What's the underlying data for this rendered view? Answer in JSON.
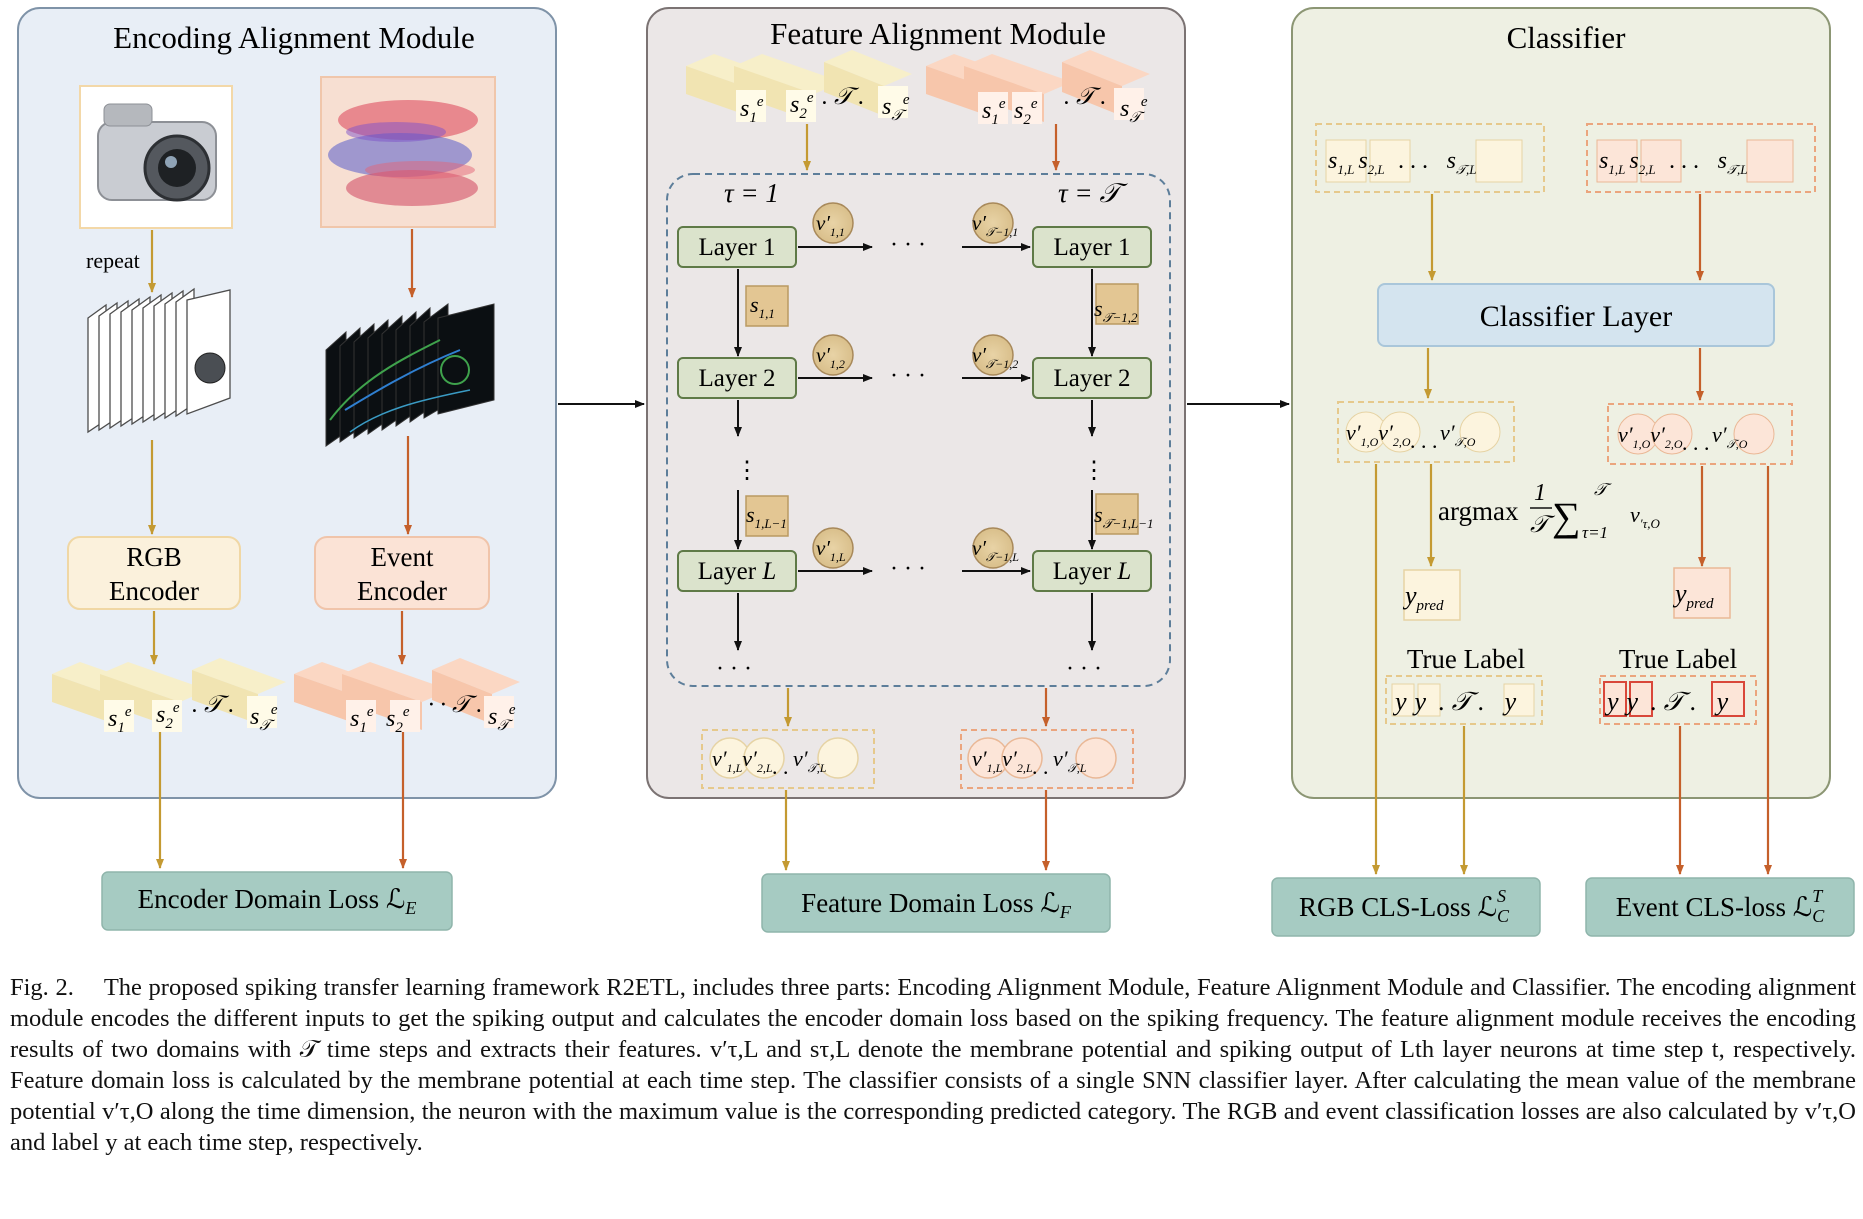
{
  "modules": {
    "encoding": {
      "title": "Encoding Alignment Module"
    },
    "feature": {
      "title": "Feature Alignment Module"
    },
    "classifier": {
      "title": "Classifier"
    }
  },
  "encoding": {
    "repeat_label": "repeat",
    "rgb_encoder": [
      "RGB",
      "Encoder"
    ],
    "event_encoder": [
      "Event",
      "Encoder"
    ],
    "rgb_spikes": [
      "s",
      "1",
      "e",
      "s",
      "2",
      "e",
      "𝒯",
      "s",
      "𝒯",
      "e"
    ],
    "event_spikes": [
      "s",
      "1",
      "e",
      "s",
      "2",
      "e",
      "𝒯",
      "s",
      "𝒯",
      "e"
    ],
    "loss": "Encoder Domain Loss ℒ",
    "loss_sub": "E"
  },
  "feature": {
    "tau_start": "τ = 1",
    "tau_end": "τ = 𝒯",
    "layers": [
      "Layer 1",
      "Layer 2",
      "Layer L"
    ],
    "ellipsis": "· · ·",
    "membrane_labels": [
      "v′1,1",
      "v′1,2",
      "v′1,L",
      "v′𝒯−1,1",
      "v′𝒯−1,2",
      "v′𝒯−1,L"
    ],
    "spike_labels": [
      "s1,1",
      "s1,L−1",
      "s𝒯−1,2",
      "s𝒯−1,L−1"
    ],
    "out_rgb": "v′1,L v′2,L . . v′𝒯,L",
    "out_event": "v′1,L v′2,L . . v′𝒯,L",
    "loss": "Feature Domain Loss ℒ",
    "loss_sub": "F"
  },
  "classifier": {
    "rgb_spikes": "s1,L s2,L . . . s𝒯,L",
    "event_spikes": "s1,L s2,L . . . s𝒯,L",
    "layer": "Classifier Layer",
    "rgb_out": "v′1,O v′2,O . . . v′𝒯,O",
    "event_out": "v′1,O v′2,O . . . v′𝒯,O",
    "argmax": "argmax",
    "pred": "y",
    "pred_sub": "pred",
    "true_label": "True Label",
    "labels": "y y . 𝒯 . y",
    "rgb_loss": "RGB CLS-Loss ℒ",
    "rgb_loss_sub": "C",
    "rgb_loss_sup": "S",
    "event_loss": "Event CLS-loss ℒ",
    "event_loss_sub": "C",
    "event_loss_sup": "T"
  },
  "caption": {
    "fig": "Fig. 2.",
    "text": "The proposed spiking transfer learning framework R2ETL, includes three parts: Encoding Alignment Module, Feature Alignment Module and Classifier. The encoding alignment module encodes the different inputs to get the spiking output and calculates the encoder domain loss based on the spiking frequency. The feature alignment module receives the encoding results of two domains with 𝒯 time steps and extracts their features. v′τ,L and sτ,L denote the membrane potential and spiking output of Lth layer neurons at time step t, respectively. Feature domain loss is calculated by the membrane potential at each time step. The classifier consists of a single SNN classifier layer. After calculating the mean value of the membrane potential v′τ,O along the time dimension, the neuron with the maximum value is the corresponding predicted category. The RGB and event classification losses are also calculated by v′τ,O and label y at each time step, respectively."
  },
  "colors": {
    "enc_bg": "#e8eef6",
    "feat_bg": "#ebe7e7",
    "cls_bg": "#eef0e3",
    "rgb_arrow": "#c49a32",
    "event_arrow": "#c5602b",
    "loss_box": "#a6cbc2",
    "layer_box": "#dbe3cc",
    "classifier_layer": "#d4e4ef"
  }
}
